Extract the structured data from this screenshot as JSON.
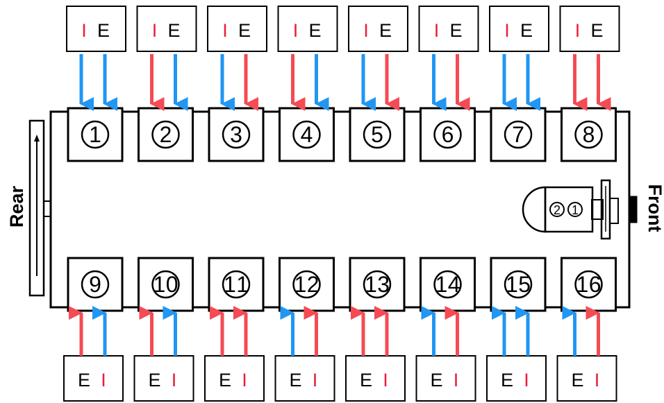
{
  "labels": {
    "rear": "Rear",
    "front": "Front",
    "intake": "I",
    "exhaust": "E"
  },
  "colors": {
    "intake_red": "#f44b55",
    "exhaust_blue": "#2196f3",
    "line": "#000000"
  },
  "top_cylinders": [
    {
      "num": "1",
      "arrows": [
        "blue",
        "blue"
      ]
    },
    {
      "num": "2",
      "arrows": [
        "red",
        "blue"
      ]
    },
    {
      "num": "3",
      "arrows": [
        "blue",
        "red"
      ]
    },
    {
      "num": "4",
      "arrows": [
        "red",
        "blue"
      ]
    },
    {
      "num": "5",
      "arrows": [
        "blue",
        "red"
      ]
    },
    {
      "num": "6",
      "arrows": [
        "blue",
        "red"
      ]
    },
    {
      "num": "7",
      "arrows": [
        "blue",
        "blue"
      ]
    },
    {
      "num": "8",
      "arrows": [
        "red",
        "red"
      ]
    }
  ],
  "bottom_cylinders": [
    {
      "num": "9",
      "arrows": [
        "red",
        "blue"
      ]
    },
    {
      "num": "10",
      "arrows": [
        "red",
        "blue"
      ]
    },
    {
      "num": "11",
      "arrows": [
        "red",
        "red"
      ]
    },
    {
      "num": "12",
      "arrows": [
        "blue",
        "red"
      ]
    },
    {
      "num": "13",
      "arrows": [
        "red",
        "red"
      ]
    },
    {
      "num": "14",
      "arrows": [
        "blue",
        "red"
      ]
    },
    {
      "num": "15",
      "arrows": [
        "blue",
        "blue"
      ]
    },
    {
      "num": "16",
      "arrows": [
        "blue",
        "red"
      ]
    }
  ],
  "gearbox_numbers": [
    "2",
    "1"
  ]
}
